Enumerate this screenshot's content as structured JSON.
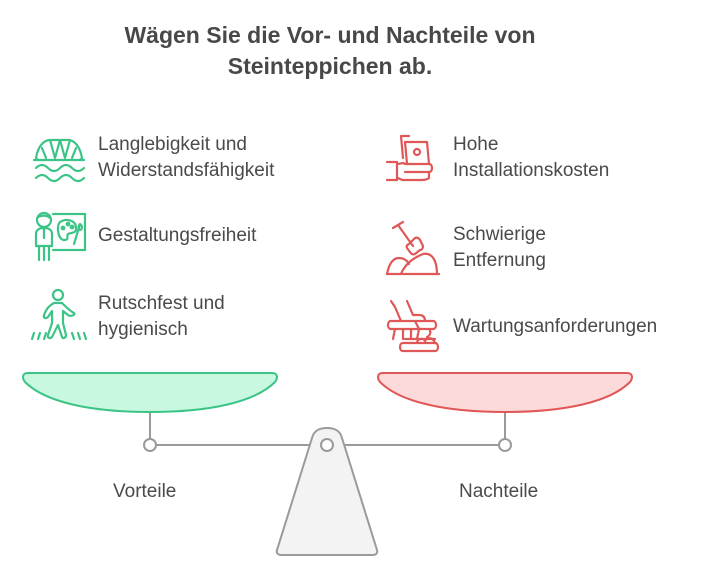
{
  "title": {
    "line1": "Wägen Sie die Vor- und Nachteile von",
    "line2": "Steinteppichen ab."
  },
  "colors": {
    "pro": "#3cc486",
    "pro_fill": "#c8f8e0",
    "con": "#e05757",
    "con_fill": "#fddada",
    "neutral": "#9a9a9a",
    "base_fill": "#f3f3f3",
    "text": "#4a4a4a"
  },
  "pros": {
    "label": "Vorteile",
    "items": [
      {
        "icon": "bridge-water-icon",
        "line1": "Langlebigkeit und",
        "line2": "Widerstandsfähigkeit"
      },
      {
        "icon": "painter-palette-icon",
        "line1": "Gestaltungsfreiheit",
        "line2": ""
      },
      {
        "icon": "walking-person-icon",
        "line1": "Rutschfest und",
        "line2": "hygienisch"
      }
    ]
  },
  "cons": {
    "label": "Nachteile",
    "items": [
      {
        "icon": "hand-money-icon",
        "line1": "Hohe",
        "line2": "Installationskosten"
      },
      {
        "icon": "shovel-dirt-icon",
        "line1": "Schwierige",
        "line2": "Entfernung"
      },
      {
        "icon": "cleaning-brush-icon",
        "line1": "Wartungsanforderungen",
        "line2": ""
      }
    ]
  }
}
